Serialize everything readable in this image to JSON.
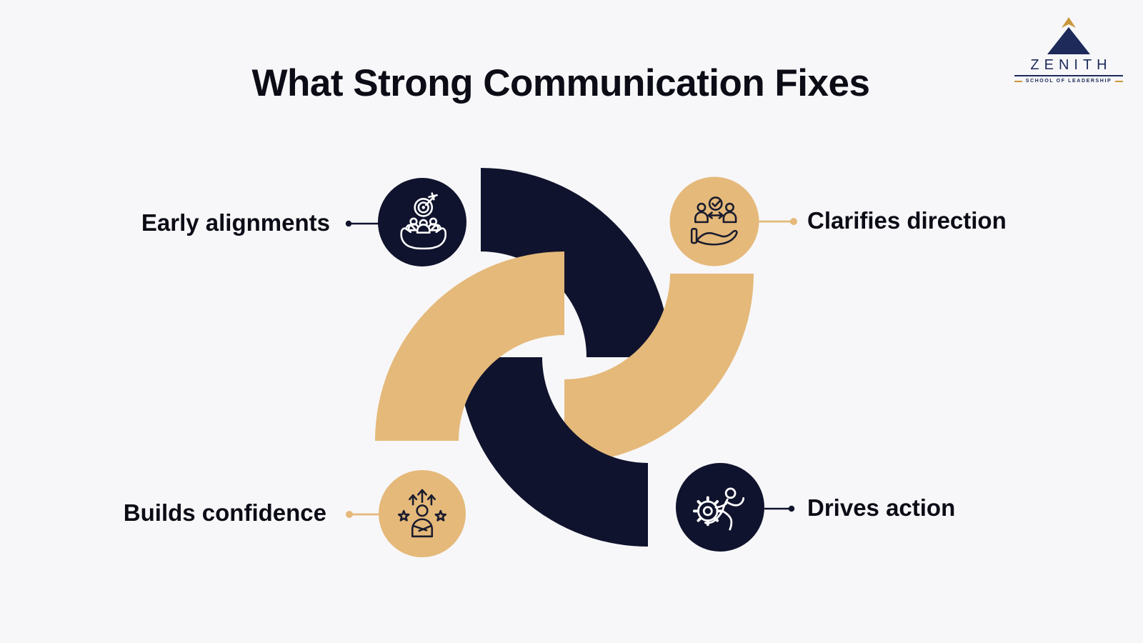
{
  "title": "What Strong Communication Fixes",
  "colors": {
    "background": "#f7f7f9",
    "navy": "#10132d",
    "tan": "#e5b97a",
    "text": "#0b0c15",
    "icon_light": "#ffffff",
    "icon_dark": "#1a1c2e",
    "logo_navy": "#1d2a5a",
    "logo_gold": "#c9973b"
  },
  "logo": {
    "name": "ZENITH",
    "tagline": "SCHOOL OF LEADERSHIP"
  },
  "items": [
    {
      "id": "early-alignments",
      "label": "Early alignments",
      "side": "left",
      "circle_color": "navy",
      "icon": "hands-holding-team-target-icon"
    },
    {
      "id": "clarifies-direction",
      "label": "Clarifies direction",
      "side": "right",
      "circle_color": "tan",
      "icon": "people-agreement-hand-icon"
    },
    {
      "id": "builds-confidence",
      "label": "Builds confidence",
      "side": "left",
      "circle_color": "tan",
      "icon": "confident-person-stars-icon"
    },
    {
      "id": "drives-action",
      "label": "Drives action",
      "side": "right",
      "circle_color": "navy",
      "icon": "runner-gear-icon"
    }
  ]
}
